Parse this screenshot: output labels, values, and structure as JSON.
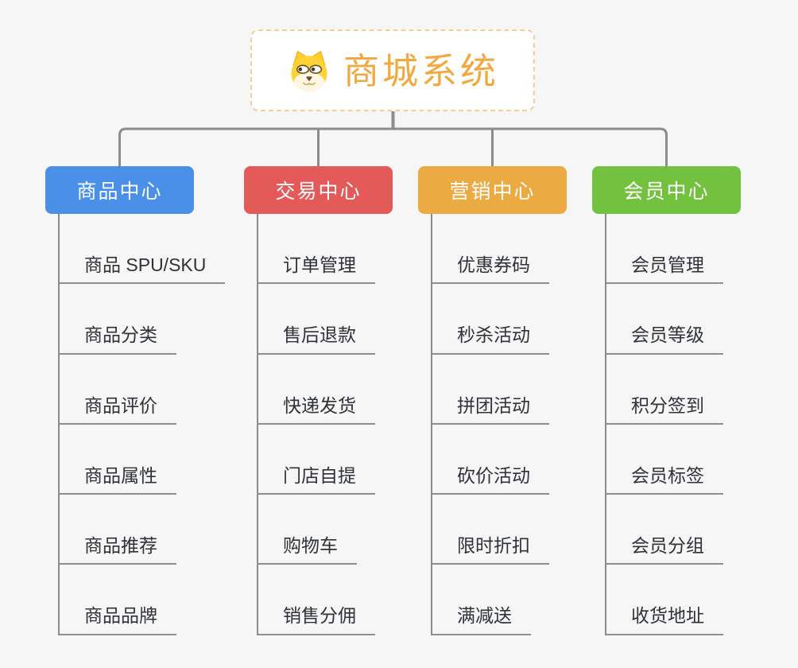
{
  "page": {
    "background_color": "#f5f6f5",
    "connector_color": "#8c8c8c"
  },
  "root": {
    "title": "商城系统",
    "icon": "shiba-dog-icon",
    "text_color": "#f1a83e",
    "border_color": "#f6ce92"
  },
  "branches": [
    {
      "label": "商品中心",
      "color": "#4a90e8",
      "children": [
        "商品 SPU/SKU",
        "商品分类",
        "商品评价",
        "商品属性",
        "商品推荐",
        "商品品牌"
      ]
    },
    {
      "label": "交易中心",
      "color": "#e45a59",
      "children": [
        "订单管理",
        "售后退款",
        "快递发货",
        "门店自提",
        "购物车",
        "销售分佣"
      ]
    },
    {
      "label": "营销中心",
      "color": "#ebab42",
      "children": [
        "优惠券码",
        "秒杀活动",
        "拼团活动",
        "砍价活动",
        "限时折扣",
        "满减送"
      ]
    },
    {
      "label": "会员中心",
      "color": "#72c13f",
      "children": [
        "会员管理",
        "会员等级",
        "积分签到",
        "会员标签",
        "会员分组",
        "收货地址"
      ]
    }
  ]
}
